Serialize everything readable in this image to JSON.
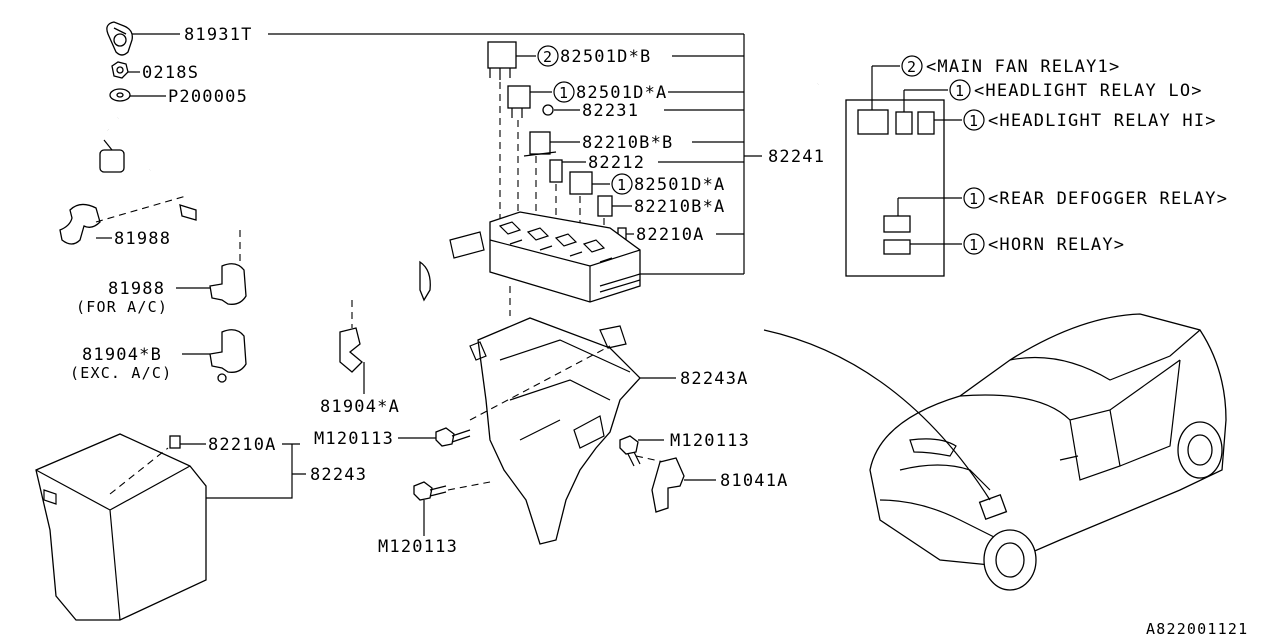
{
  "diagram_id": "A822001121",
  "labels": {
    "p81931T": "81931T",
    "p0218S": "0218S",
    "pP200005": "P200005",
    "p82501DB": "82501D*B",
    "p82501DA_top": "82501D*A",
    "p82231": "82231",
    "p82210BB": "82210B*B",
    "p82212": "82212",
    "p82241": "82241",
    "p82501DA_mid": "82501D*A",
    "p82210BA": "82210B*A",
    "p82210A_top": "82210A",
    "p81988_a": "81988",
    "p81988_b": "81988",
    "for_ac": "(FOR A/C)",
    "p81904B": "81904*B",
    "exc_ac": "(EXC. A/C)",
    "p81904A": "81904*A",
    "p82243A": "82243A",
    "pM120113_a": "M120113",
    "pM120113_b": "M120113",
    "pM120113_c": "M120113",
    "p82210A_bottom": "82210A",
    "p82243": "82243",
    "p81041A": "81041A"
  },
  "qty": {
    "q82501DB": "2",
    "q82501DA_top": "1",
    "q82501DA_mid": "1"
  },
  "relays": [
    {
      "qty": "2",
      "label": "<MAIN FAN RELAY1>"
    },
    {
      "qty": "1",
      "label": "<HEADLIGHT RELAY LO>"
    },
    {
      "qty": "1",
      "label": "<HEADLIGHT RELAY HI>"
    },
    {
      "qty": "1",
      "label": "<REAR DEFOGGER RELAY>"
    },
    {
      "qty": "1",
      "label": "<HORN RELAY>"
    }
  ],
  "colors": {
    "ink": "#000000",
    "paper": "#ffffff"
  }
}
